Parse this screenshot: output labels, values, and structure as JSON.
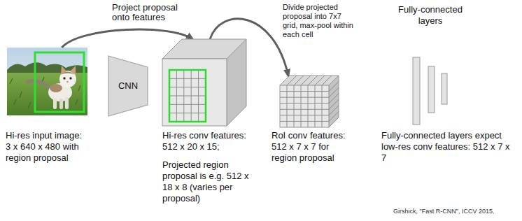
{
  "diagram": {
    "nodes": [
      {
        "text": [
          "Hi-res input image: 3 x 640 x 480 with region proposal"
        ]
      },
      {
        "text": [
          "CNN"
        ]
      },
      {
        "text": [
          "Hi-res conv features: 512 x 20 x 15;",
          "Projected region proposal is e.g. 512 x 18 x 8 (varies per proposal)"
        ]
      },
      {
        "text": [
          "RoI conv features: 512 x 7 x 7 for region proposal"
        ]
      },
      {
        "text": [
          "Fully-connected layers",
          "Fully-connected layers expect low-res conv features: 512 x 7 x 7"
        ]
      }
    ],
    "edges": [
      {
        "from": 0,
        "to": 2,
        "arrow": "to",
        "label": "Project proposal onto features"
      },
      {
        "from": 2,
        "to": 3,
        "arrow": "to",
        "label": "Divide projected proposal into 7x7 grid, max-pool within each cell"
      }
    ],
    "labels": [
      "Girshick, \"Fast R-CNN\", ICCV 2015."
    ]
  }
}
